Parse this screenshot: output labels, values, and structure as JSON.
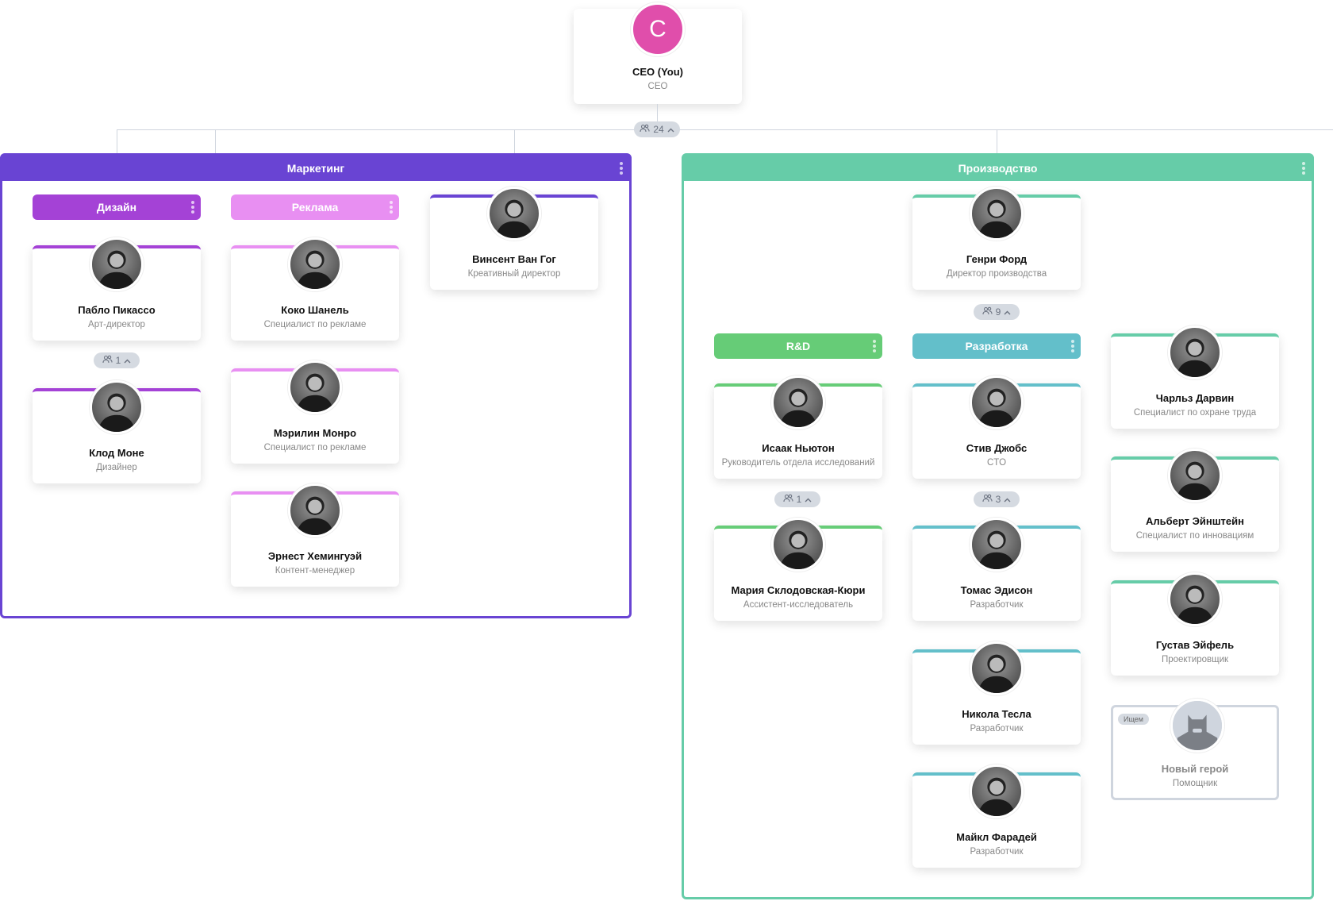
{
  "ceo": {
    "initial": "C",
    "name": "CEO (You)",
    "role": "CEO",
    "color": "#e04eab",
    "count": "24"
  },
  "colors": {
    "marketing": "#6944d3",
    "design": "#a442d6",
    "ads": "#e88ff2",
    "production": "#66cca8",
    "rnd": "#66cc77",
    "dev": "#63bfca",
    "vacancy": "#cfd5de"
  },
  "sections": [
    {
      "title": "Маркетинг",
      "color": "marketing"
    },
    {
      "title": "Производство",
      "color": "production"
    }
  ],
  "departments": [
    {
      "title": "Дизайн",
      "color": "design"
    },
    {
      "title": "Реклама",
      "color": "ads"
    },
    {
      "title": "R&D",
      "color": "rnd"
    },
    {
      "title": "Разработка",
      "color": "dev"
    }
  ],
  "people": [
    {
      "name": "Пабло Пикассо",
      "role": "Арт-директор",
      "color": "design"
    },
    {
      "name": "Клод Моне",
      "role": "Дизайнер",
      "color": "design"
    },
    {
      "name": "Коко Шанель",
      "role": "Специалист по рекламе",
      "color": "ads"
    },
    {
      "name": "Мэрилин Монро",
      "role": "Специалист по рекламе",
      "color": "ads"
    },
    {
      "name": "Эрнест Хемингуэй",
      "role": "Контент-менеджер",
      "color": "ads"
    },
    {
      "name": "Винсент Ван Гог",
      "role": "Креативный директор",
      "color": "marketing"
    },
    {
      "name": "Генри Форд",
      "role": "Директор производства",
      "color": "production"
    },
    {
      "name": "Исаак Ньютон",
      "role": "Руководитель отдела исследований",
      "color": "rnd"
    },
    {
      "name": "Мария Склодовская-Кюри",
      "role": "Ассистент-исследователь",
      "color": "rnd"
    },
    {
      "name": "Стив Джобс",
      "role": "CTO",
      "color": "dev"
    },
    {
      "name": "Томас Эдисон",
      "role": "Разработчик",
      "color": "dev"
    },
    {
      "name": "Никола Тесла",
      "role": "Разработчик",
      "color": "dev"
    },
    {
      "name": "Майкл Фарадей",
      "role": "Разработчик",
      "color": "dev"
    },
    {
      "name": "Чарльз Дарвин",
      "role": "Специалист по охране труда",
      "color": "production"
    },
    {
      "name": "Альберт Эйнштейн",
      "role": "Специалист по инновациям",
      "color": "production"
    },
    {
      "name": "Густав Эйфель",
      "role": "Проектировщик",
      "color": "production"
    },
    {
      "name": "Новый герой",
      "role": "Помощник",
      "color": "vacancy",
      "vacancy": true,
      "badge": "Ищем"
    }
  ],
  "counters": [
    {
      "count": "24"
    },
    {
      "count": "1"
    },
    {
      "count": "9"
    },
    {
      "count": "1"
    },
    {
      "count": "3"
    }
  ]
}
